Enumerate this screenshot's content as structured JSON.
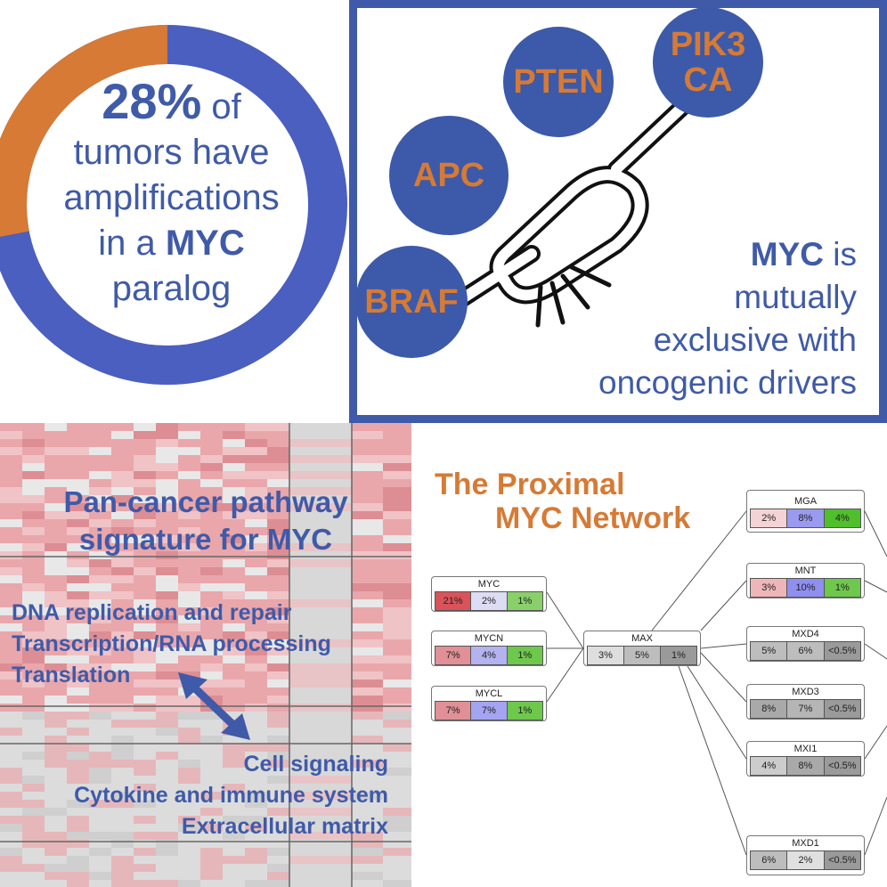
{
  "colors": {
    "blue": "#3f5aa8",
    "orange": "#d67a35",
    "gene_fill": "#3c5aa9"
  },
  "donut": {
    "percent_text": "28%",
    "lines": [
      "of",
      "tumors have",
      "amplifications",
      "in a",
      "MYC",
      "paralog"
    ],
    "fraction": 0.28
  },
  "mutual_exclusivity": {
    "genes": [
      "PTEN",
      "PIK3 CA",
      "APC",
      "BRAF"
    ],
    "gene_lines": {
      "pik3ca": [
        "PIK3",
        "CA"
      ]
    },
    "text": {
      "bold": "MYC",
      "rest1": "is",
      "line2": "mutually",
      "line3": "exclusive with",
      "line4": "oncogenic drivers"
    }
  },
  "pathway": {
    "title_line1": "Pan-cancer pathway",
    "title_line2": "signature for MYC",
    "left_items": [
      "DNA replication and repair",
      "Transcription/RNA processing",
      "Translation"
    ],
    "right_items": [
      "Cell signaling",
      "Cytokine and immune system",
      "Extracellular matrix"
    ]
  },
  "network": {
    "title_line1": "The Proximal",
    "title_line2": "MYC Network",
    "nodes": [
      {
        "id": "myc",
        "name": "MYC",
        "values": [
          "21%",
          "2%",
          "1%"
        ],
        "colors": [
          "#d9535b",
          "#dcdcf4",
          "#89d06a"
        ]
      },
      {
        "id": "mycn",
        "name": "MYCN",
        "values": [
          "7%",
          "4%",
          "1%"
        ],
        "colors": [
          "#e09096",
          "#b3b3f0",
          "#6dc84c"
        ]
      },
      {
        "id": "mycl",
        "name": "MYCL",
        "values": [
          "7%",
          "7%",
          "1%"
        ],
        "colors": [
          "#e09096",
          "#a4a4f0",
          "#6dc84c"
        ]
      },
      {
        "id": "max",
        "name": "MAX",
        "values": [
          "3%",
          "5%",
          "1%"
        ],
        "colors": [
          "#dedede",
          "#bdbdbd",
          "#9a9a9a"
        ]
      },
      {
        "id": "mga",
        "name": "MGA",
        "values": [
          "2%",
          "8%",
          "4%"
        ],
        "colors": [
          "#f5d3d5",
          "#9a9af0",
          "#4fbf2c"
        ]
      },
      {
        "id": "mnt",
        "name": "MNT",
        "values": [
          "3%",
          "10%",
          "1%"
        ],
        "colors": [
          "#eeb6b9",
          "#8f8ff0",
          "#6dc84c"
        ]
      },
      {
        "id": "mxd4",
        "name": "MXD4",
        "values": [
          "5%",
          "6%",
          "<0.5%"
        ],
        "colors": [
          "#bdbdbd",
          "#bdbdbd",
          "#9a9a9a"
        ]
      },
      {
        "id": "mxd3",
        "name": "MXD3",
        "values": [
          "8%",
          "7%",
          "<0.5%"
        ],
        "colors": [
          "#a9a9a9",
          "#b5b5b5",
          "#9a9a9a"
        ]
      },
      {
        "id": "mxi1",
        "name": "MXI1",
        "values": [
          "4%",
          "8%",
          "<0.5%"
        ],
        "colors": [
          "#cccccc",
          "#a9a9a9",
          "#9a9a9a"
        ]
      },
      {
        "id": "mxd1",
        "name": "MXD1",
        "values": [
          "6%",
          "2%",
          "<0.5%"
        ],
        "colors": [
          "#bdbdbd",
          "#e0e0e0",
          "#9a9a9a"
        ]
      }
    ]
  }
}
